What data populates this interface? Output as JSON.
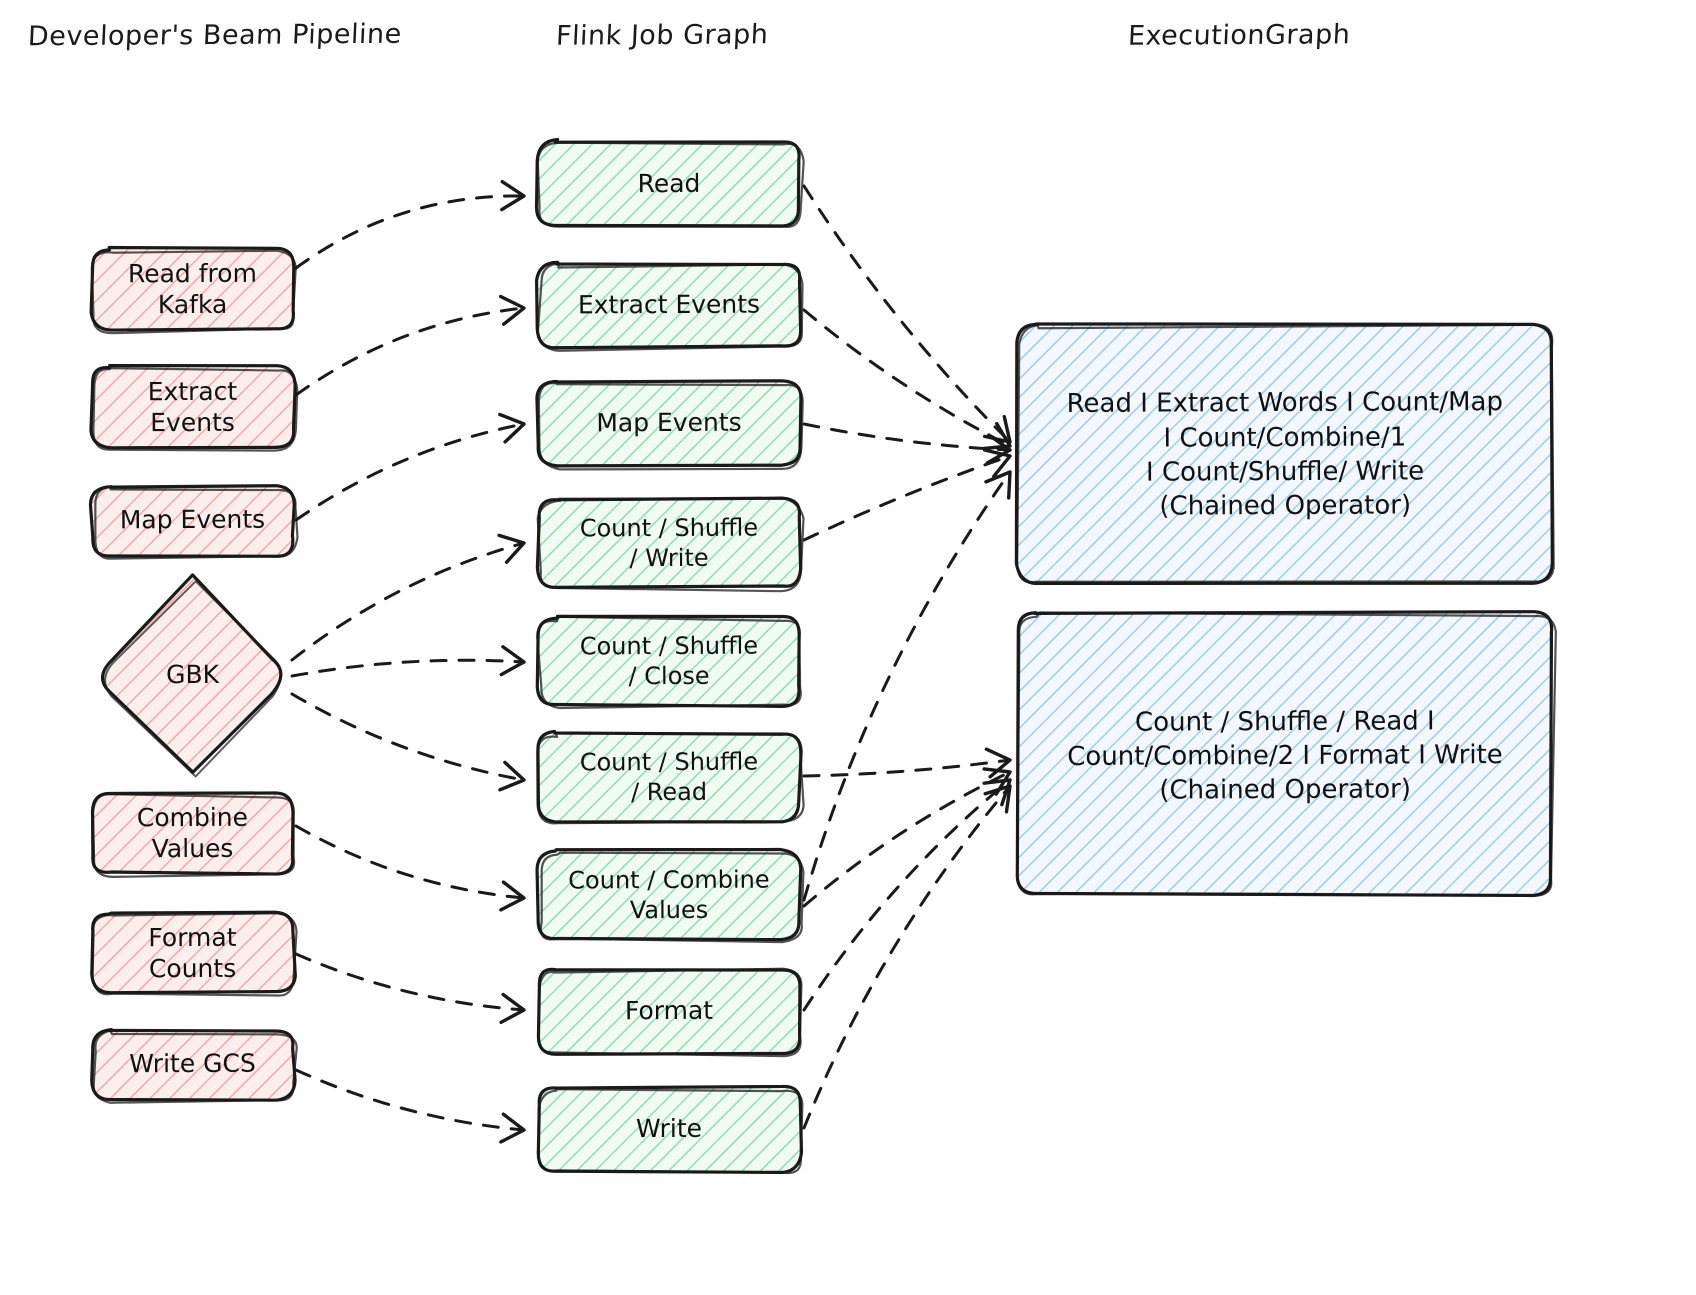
{
  "columns": [
    {
      "id": "beam",
      "title": "Developer's Beam Pipeline"
    },
    {
      "id": "flink",
      "title": "Flink Job Graph"
    },
    {
      "id": "exec",
      "title": "ExecutionGraph"
    }
  ],
  "colors": {
    "beam_fill": "#fdeaea",
    "beam_hatch": "#f0a8a8",
    "flink_fill": "#ebfaf0",
    "flink_hatch": "#86d9a6",
    "exec_fill": "#eaf4fd",
    "exec_hatch": "#8fc4ec",
    "stroke": "#1a1a1a",
    "background": "#ffffff"
  },
  "beam_nodes": [
    {
      "id": "read-from-kafka",
      "label": "Read from\nKafka",
      "shape": "rounded-rect"
    },
    {
      "id": "extract-events",
      "label": "Extract\nEvents",
      "shape": "rounded-rect"
    },
    {
      "id": "map-events",
      "label": "Map Events",
      "shape": "rounded-rect"
    },
    {
      "id": "gbk",
      "label": "GBK",
      "shape": "diamond"
    },
    {
      "id": "combine-values",
      "label": "Combine\nValues",
      "shape": "rounded-rect"
    },
    {
      "id": "format-counts",
      "label": "Format\nCounts",
      "shape": "rounded-rect"
    },
    {
      "id": "write-gcs",
      "label": "Write GCS",
      "shape": "rounded-rect"
    }
  ],
  "flink_nodes": [
    {
      "id": "read",
      "label": "Read"
    },
    {
      "id": "extract-events",
      "label": "Extract Events"
    },
    {
      "id": "map-events",
      "label": "Map Events"
    },
    {
      "id": "count-shuffle-write",
      "label": "Count / Shuffle\n/ Write"
    },
    {
      "id": "count-shuffle-close",
      "label": "Count / Shuffle\n/ Close"
    },
    {
      "id": "count-shuffle-read",
      "label": "Count / Shuffle\n/ Read"
    },
    {
      "id": "count-combine-values",
      "label": "Count / Combine\nValues"
    },
    {
      "id": "format",
      "label": "Format"
    },
    {
      "id": "write",
      "label": "Write"
    }
  ],
  "exec_nodes": [
    {
      "id": "chained-operator-1",
      "label": "Read I Extract Words I Count/Map\nI Count/Combine/1\nI Count/Shuffle/ Write\n(Chained Operator)"
    },
    {
      "id": "chained-operator-2",
      "label": "Count / Shuffle / Read I\nCount/Combine/2 I Format I Write\n(Chained Operator)"
    }
  ],
  "edges": [
    {
      "from": "read-from-kafka",
      "to": "read"
    },
    {
      "from": "extract-events",
      "to": "extract-events"
    },
    {
      "from": "map-events",
      "to": "map-events"
    },
    {
      "from": "gbk",
      "to": "count-shuffle-write"
    },
    {
      "from": "gbk",
      "to": "count-shuffle-close"
    },
    {
      "from": "gbk",
      "to": "count-shuffle-read"
    },
    {
      "from": "combine-values",
      "to": "count-combine-values"
    },
    {
      "from": "format-counts",
      "to": "format"
    },
    {
      "from": "write-gcs",
      "to": "write"
    },
    {
      "from": "read",
      "to": "chained-operator-1"
    },
    {
      "from": "extract-events",
      "to": "chained-operator-1"
    },
    {
      "from": "map-events",
      "to": "chained-operator-1"
    },
    {
      "from": "count-shuffle-write",
      "to": "chained-operator-1"
    },
    {
      "from": "count-shuffle-close",
      "to": "chained-operator-1"
    },
    {
      "from": "count-shuffle-read",
      "to": "chained-operator-2"
    },
    {
      "from": "count-combine-values",
      "to": "chained-operator-2"
    },
    {
      "from": "format",
      "to": "chained-operator-2"
    },
    {
      "from": "write",
      "to": "chained-operator-2"
    }
  ]
}
